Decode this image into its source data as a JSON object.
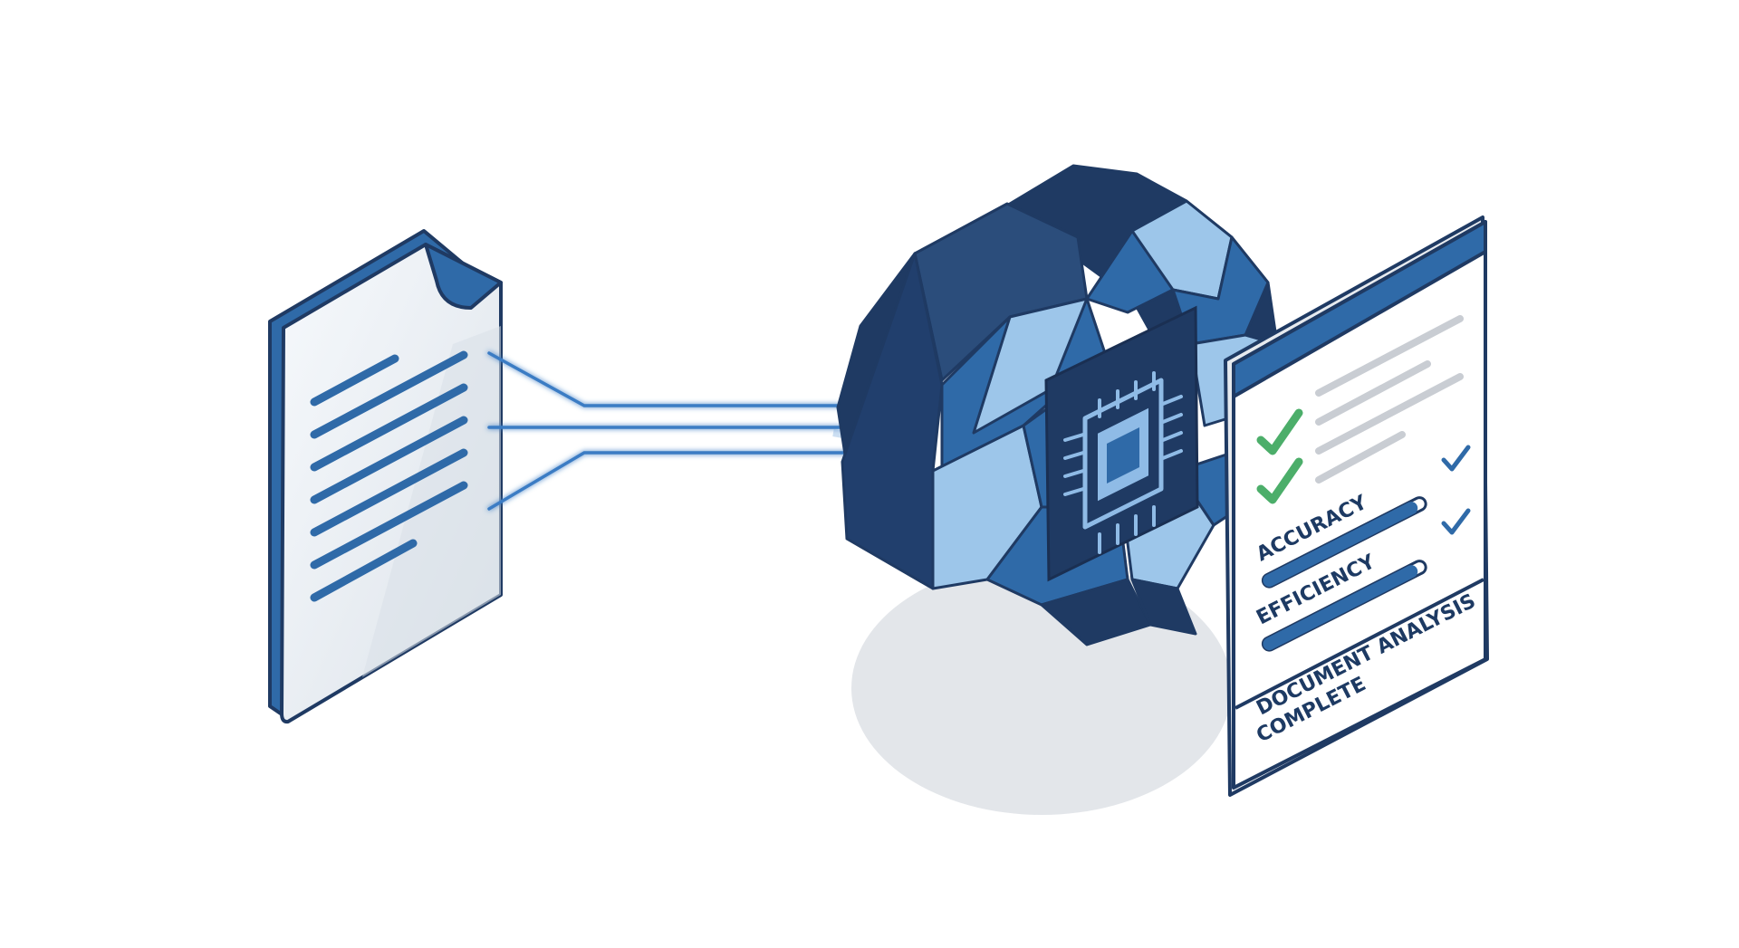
{
  "report_panel": {
    "metrics": [
      {
        "label": "ACCURACY",
        "fill": 0.95,
        "checked": true
      },
      {
        "label": "EFFICIENCY",
        "fill": 0.95,
        "checked": true
      }
    ],
    "status_line_1": "DOCUMENT ANALYSIS",
    "status_line_2": "COMPLETE"
  },
  "colors": {
    "navy": "#1f3a63",
    "blue": "#2f6aa8",
    "light_blue": "#9dc6ea",
    "check_green": "#4cae6a",
    "shadow": "#e3e6ea"
  },
  "icons": [
    "document-icon",
    "ai-brain-icon",
    "microchip-icon",
    "checkmark-icon"
  ]
}
